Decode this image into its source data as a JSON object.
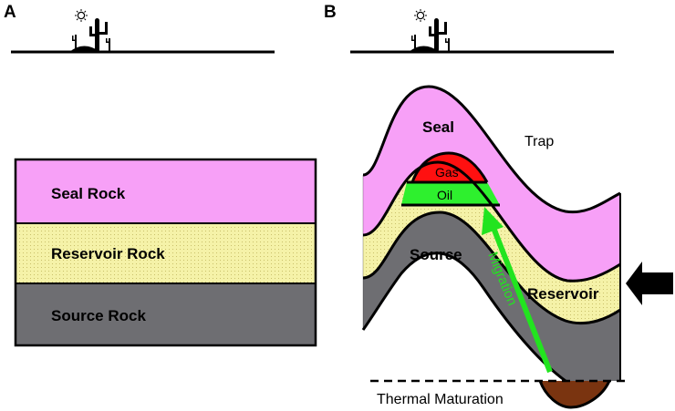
{
  "panel_a": {
    "label": "A",
    "layers": [
      {
        "name": "Seal Rock",
        "color": "#f7a0f7"
      },
      {
        "name": "Reservoir Rock",
        "color": "#f5f2a8"
      },
      {
        "name": "Source Rock",
        "color": "#6e6e72"
      }
    ]
  },
  "panel_b": {
    "label": "B",
    "seal_label": "Seal",
    "trap_label": "Trap",
    "gas_label": "Gas",
    "oil_label": "Oil",
    "source_label": "Source",
    "reservoir_label": "Reservoir",
    "migration_label": "Migration",
    "thermal_label": "Thermal Maturation",
    "colors": {
      "seal": "#f7a0f7",
      "reservoir": "#f5f2a8",
      "source": "#6e6e72",
      "gas": "#ff1010",
      "oil": "#2ef02e",
      "maturation": "#7a3410",
      "migration": "#22e41f"
    }
  },
  "icons": [
    "sun-icon",
    "cactus-icon"
  ]
}
